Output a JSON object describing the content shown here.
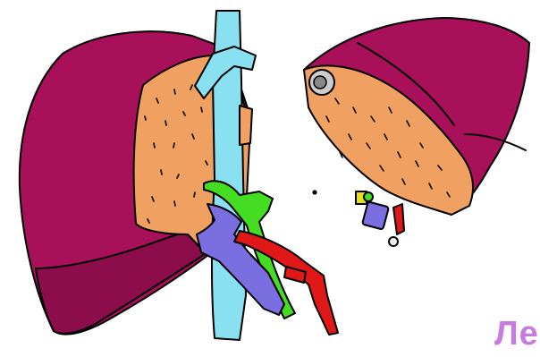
{
  "caption": "Ле",
  "figures": [
    {
      "id": "liver-posterior-view",
      "parts": [
        "left-lobe",
        "bare-area",
        "inferior-vena-cava",
        "hepatic-veins",
        "bile-duct",
        "portal-vein",
        "hepatic-artery"
      ]
    },
    {
      "id": "liver-segment-view",
      "parts": [
        "segment-surface",
        "cut-surface",
        "vessel-stumps"
      ]
    }
  ],
  "colors": {
    "capsule": "#a8105a",
    "parenchyma": "#f0a060",
    "inferior_vena_cava": "#88e0f0",
    "bile_duct": "#44dd22",
    "portal_vein": "#7a6ee0",
    "hepatic_artery": "#e01818",
    "caption": "#c77adf"
  }
}
